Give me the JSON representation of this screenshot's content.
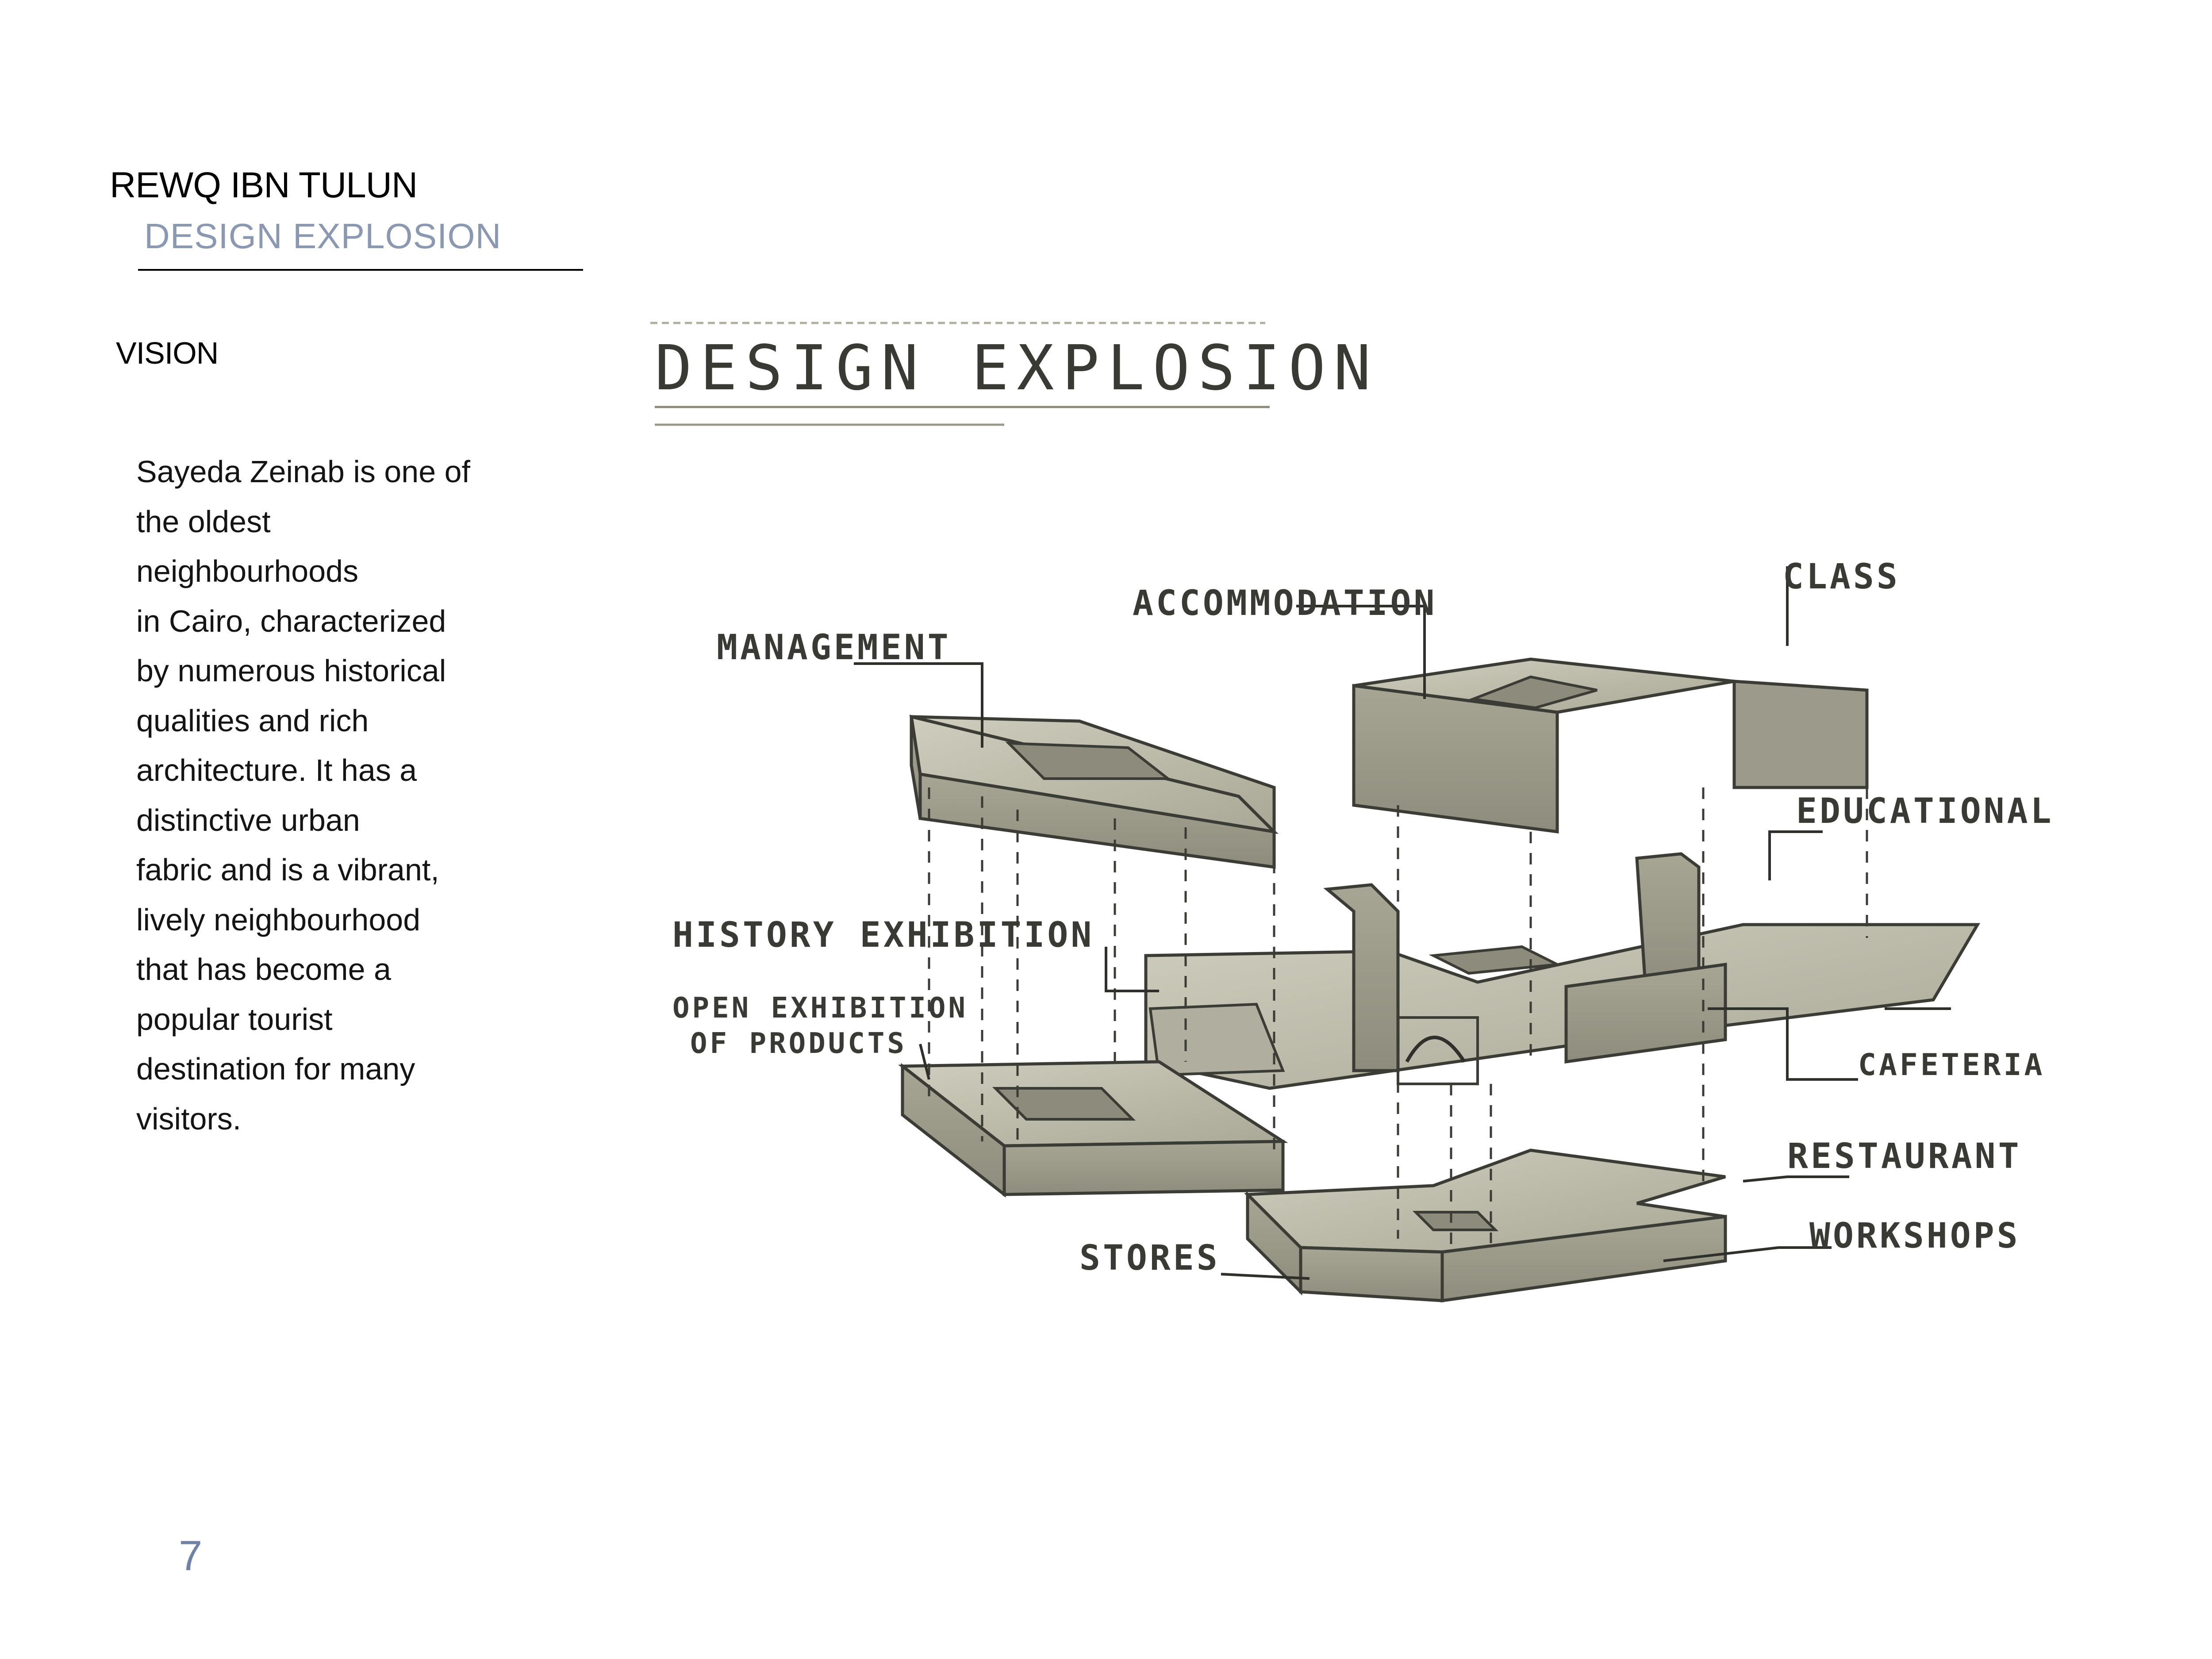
{
  "header": {
    "title": "REWQ  IBN TULUN",
    "subtitle": "DESIGN EXPLOSION"
  },
  "section": {
    "heading": "VISION"
  },
  "body": {
    "lines": [
      "Sayeda Zeinab is one of",
      "the oldest",
      "neighbourhoods",
      "in Cairo, characterized",
      "by numerous historical",
      "qualities and rich",
      "architecture. It has a",
      "distinctive urban",
      "fabric and is a vibrant,",
      "lively neighbourhood",
      "that has become a",
      "popular tourist",
      "destination for many",
      "visitors."
    ]
  },
  "sketch": {
    "title": "DESIGN EXPLOSION",
    "labels": {
      "management": "MANAGEMENT",
      "accommodation": "ACCOMMODATION",
      "class": "CLASS",
      "educational": "EDUCATIONAL",
      "history_exhibition": "HISTORY EXHIBITION",
      "open_exhibition_1": "OPEN EXHIBITION",
      "open_exhibition_2": "OF PRODUCTS",
      "cafeteria": "CAFETERIA",
      "restaurant": "RESTAURANT",
      "workshops": "WORKSHOPS",
      "stores": "STORES"
    }
  },
  "footer": {
    "page_number": "7"
  },
  "colors": {
    "subtitle": "#8a98b2",
    "page_number": "#6f81a6",
    "block_fill": "#b8b6a6"
  }
}
